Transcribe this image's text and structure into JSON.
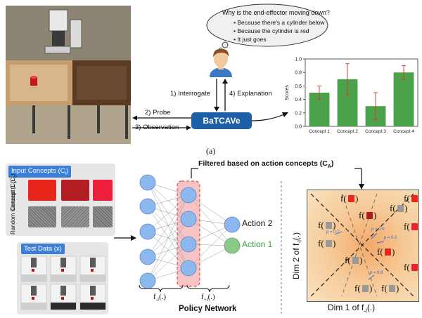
{
  "top": {
    "thought": {
      "question": "Why is the end-effector moving down?",
      "options": [
        "Because there's a cylinder below",
        "Because the cylinder is red",
        "It just goes"
      ]
    },
    "arrows": {
      "interrogate": "1) Interrogate",
      "explanation": "4) Explanation",
      "probe": "2) Probe",
      "observation": "3) Observation"
    },
    "batcave_label": "BaTCAVe",
    "caption": "(a)"
  },
  "chart_data": {
    "type": "bar",
    "categories": [
      "Concept 1",
      "Concept 2",
      "Concept 3",
      "Concept 4"
    ],
    "values": [
      0.5,
      0.7,
      0.3,
      0.8
    ],
    "errors": [
      0.1,
      0.23,
      0.2,
      0.1
    ],
    "ylabel": "Scores",
    "ylim": [
      0,
      1.0
    ],
    "yticks": [
      "0.0",
      "0.2",
      "0.4",
      "0.6",
      "0.8",
      "1.0"
    ],
    "bar_color": "#4aa34a",
    "error_color": "#d9302a"
  },
  "bottom": {
    "input_concepts_title": "Input Concepts (C",
    "input_concepts_sub": "i",
    "concept1_label": "Concept 1 (C",
    "random_label": "Random Concept (C",
    "test_data_title": "Test Data (x)",
    "filtered_label": "Filtered based on action concepts (C",
    "filtered_sub": "A",
    "action2": "Action 2",
    "action1": "Action 1",
    "f_minus": "f",
    "f_minus_sub": "-l",
    "f_plus": "f",
    "f_plus_sub": "+l",
    "fx_arg": "(.)",
    "policy_network": "Policy Network",
    "dim1": "Dim 1 of f",
    "dim2": "Dim 2 of f",
    "dim_sub": "-l",
    "dim_arg": "(.)",
    "concept_colors": [
      "#e8261c",
      "#b31c22",
      "#ee1f3a"
    ],
    "action1_color": "#8bc98a",
    "neuron_color": "#8db8ee",
    "p_labels": [
      "p = 0.7",
      "p = 0.9",
      "p = 0.2",
      "p = 0.8"
    ]
  }
}
